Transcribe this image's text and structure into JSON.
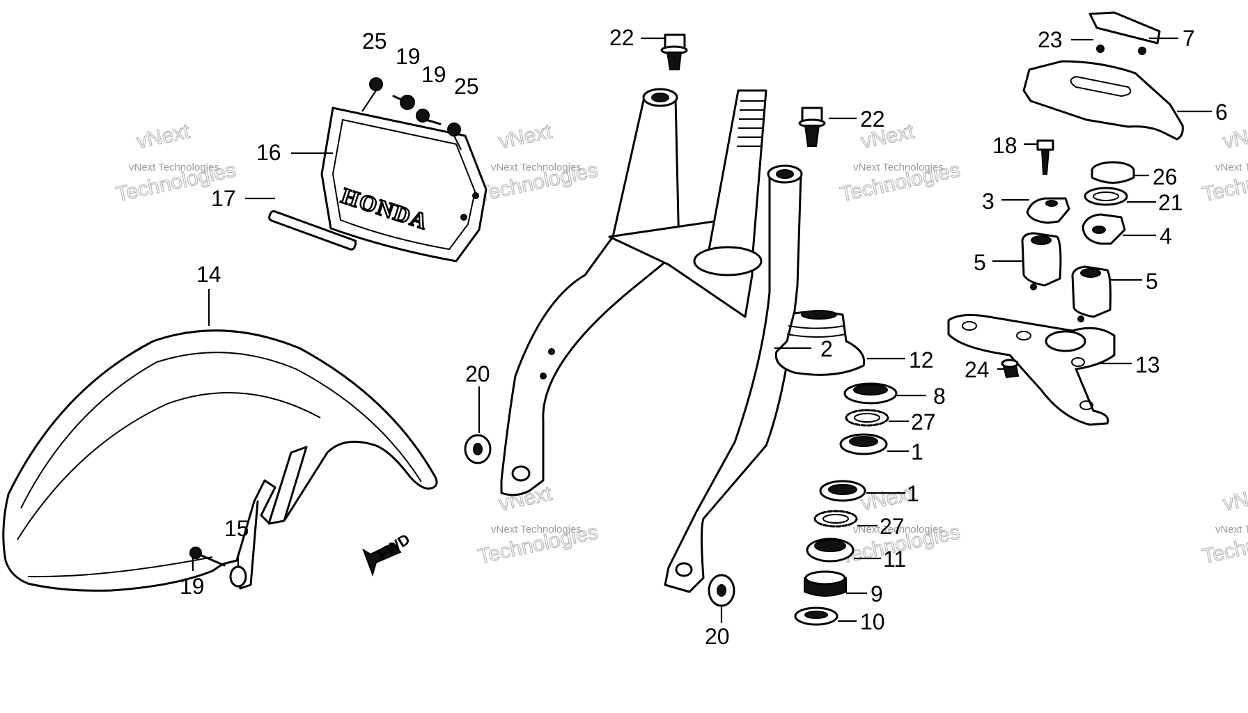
{
  "diagram": {
    "plate_lettering": "HONDA",
    "direction_label": "FWD",
    "watermark": {
      "small": "vNext Technologies",
      "large_top": "vNext",
      "large_bottom": "Technologies"
    },
    "callouts": {
      "c25a": "25",
      "c19a": "19",
      "c19b": "19",
      "c25b": "25",
      "c16": "16",
      "c17": "17",
      "c14": "14",
      "c15": "15",
      "c19c": "19",
      "c20a": "20",
      "c20b": "20",
      "c22a": "22",
      "c22b": "22",
      "c2": "2",
      "c12": "12",
      "c8": "8",
      "c27a": "27",
      "c1a": "1",
      "c1b": "1",
      "c27b": "27",
      "c11": "11",
      "c9": "9",
      "c10": "10",
      "c23": "23",
      "c7": "7",
      "c6": "6",
      "c18": "18",
      "c26": "26",
      "c3": "3",
      "c21": "21",
      "c4": "4",
      "c5a": "5",
      "c5b": "5",
      "c24": "24",
      "c13": "13"
    }
  }
}
